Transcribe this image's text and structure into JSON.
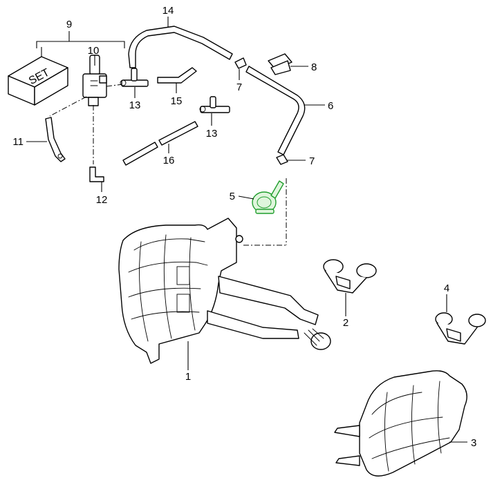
{
  "diagram": {
    "highlight_color": "#1f9d2c",
    "line_color": "#000000",
    "set_label": "SET",
    "callouts": [
      {
        "id": "c1",
        "label": "1"
      },
      {
        "id": "c2",
        "label": "2"
      },
      {
        "id": "c3",
        "label": "3"
      },
      {
        "id": "c4",
        "label": "4"
      },
      {
        "id": "c5",
        "label": "5"
      },
      {
        "id": "c6",
        "label": "6"
      },
      {
        "id": "c7a",
        "label": "7"
      },
      {
        "id": "c7b",
        "label": "7"
      },
      {
        "id": "c8",
        "label": "8"
      },
      {
        "id": "c9",
        "label": "9"
      },
      {
        "id": "c10",
        "label": "10"
      },
      {
        "id": "c11",
        "label": "11"
      },
      {
        "id": "c12",
        "label": "12"
      },
      {
        "id": "c13a",
        "label": "13"
      },
      {
        "id": "c13b",
        "label": "13"
      },
      {
        "id": "c14",
        "label": "14"
      },
      {
        "id": "c15",
        "label": "15"
      },
      {
        "id": "c16",
        "label": "16"
      }
    ]
  }
}
